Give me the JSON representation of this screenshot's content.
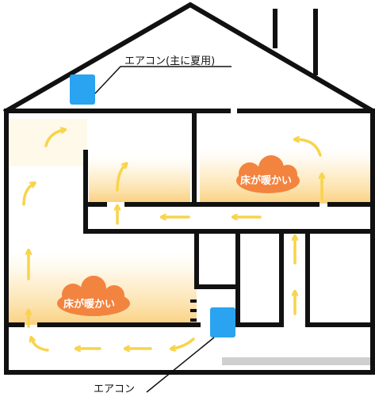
{
  "labels": {
    "ac_top": "エアコン(主に夏用)",
    "ac_bottom": "エアコン",
    "warm_floor_1": "床が暖かい",
    "warm_floor_2": "床が暖かい"
  },
  "colors": {
    "wall": "#111111",
    "ac_unit": "#2aa3f0",
    "arrow": "#f7d44b",
    "warm_glow": "#fbd98a",
    "cloud": "#f2843f",
    "floor_strip": "#c8c8c8"
  },
  "icons": {
    "ac_unit": "air-conditioner-icon",
    "airflow_arrow": "curved-arrow-icon",
    "warm_cloud": "cloud-icon"
  }
}
